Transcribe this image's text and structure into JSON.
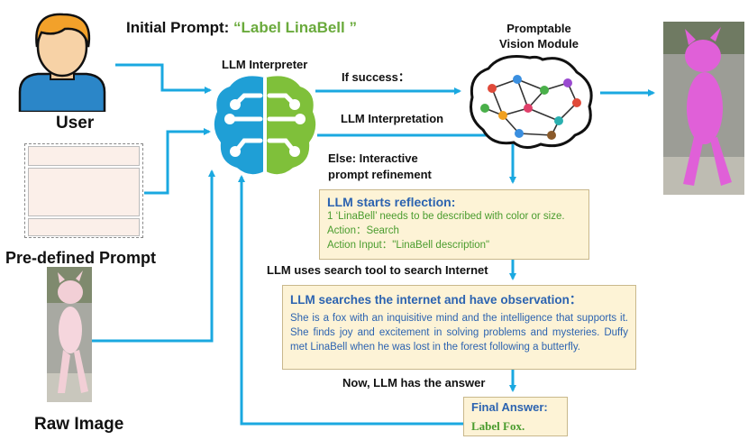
{
  "title": {
    "prefix": "Initial Prompt: ",
    "quote": "“Label LinaBell ”"
  },
  "labels": {
    "user": "User",
    "predefined_prompt": "Pre-defined Prompt",
    "raw_image": "Raw Image",
    "llm_interpreter": "LLM Interpreter",
    "pvm_line1": "Promptable",
    "pvm_line2": "Vision Module"
  },
  "flow": {
    "if_success": "If success：",
    "llm_interpretation": "LLM Interpretation",
    "else_line1": "Else: Interactive",
    "else_line2": "prompt refinement",
    "search_tool": "LLM uses search tool to search Internet",
    "now_answer": "Now, LLM has the answer"
  },
  "reflection": {
    "title": "LLM starts reflection:",
    "line1": "1 ‘LinaBell’ needs to be described with color or size.",
    "line2": "Action：Search",
    "line3": "Action Input：\"LinaBell description\""
  },
  "observation": {
    "title": "LLM searches the internet and have observation：",
    "body": "She is a fox with an inquisitive mind and the intelligence that supports it. She finds joy and excitement in solving problems and mysteries. Duffy met LinaBell when he was lost in the forest following a butterfly."
  },
  "final": {
    "title": "Final Answer:",
    "answer": "Label Fox."
  },
  "colors": {
    "arrow": "#1aa8e0",
    "accent_green": "#6aaa3c",
    "box_fill": "#fdf3d6",
    "box_title": "#2c63b0"
  },
  "icons": [
    "user-avatar-icon",
    "brain-circuit-icon",
    "network-brain-icon",
    "document-icon",
    "raw-mascot-photo",
    "segmented-mascot-photo"
  ]
}
